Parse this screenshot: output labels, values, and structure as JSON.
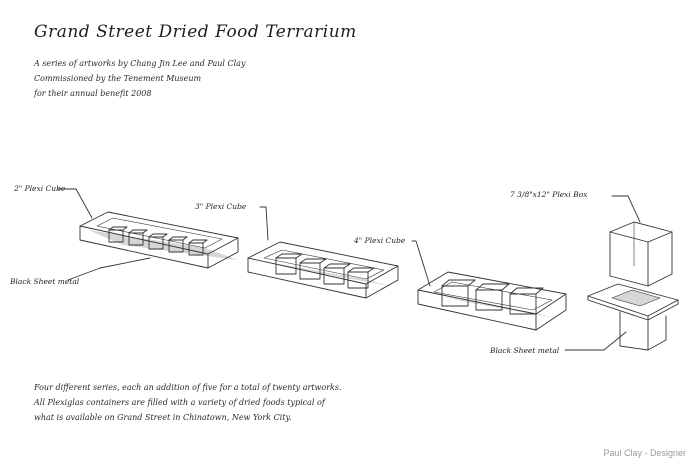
{
  "title": "Grand Street Dried Food Terrarium",
  "intro": [
    "A series of artworks by Chang Jin Lee and Paul Clay",
    "Commissioned by the Tenement Museum",
    "for their annual benefit  2008"
  ],
  "labels": {
    "cube2": "2\" Plexi Cube",
    "cube3": "3\" Plexi Cube",
    "cube4": "4\" Plexi Cube",
    "box7": "7 3/8\"x12\" Plexi Box",
    "metal_left": "Black Sheet metal",
    "metal_right": "Black Sheet metal"
  },
  "footer": [
    "Four different series, each an addition of five for a total of twenty artworks.",
    "All Plexiglas containers are filled with a variety of dried foods typical of",
    "what is available on Grand Street in Chinatown, New York City."
  ],
  "credit": "Paul Clay - Designer"
}
